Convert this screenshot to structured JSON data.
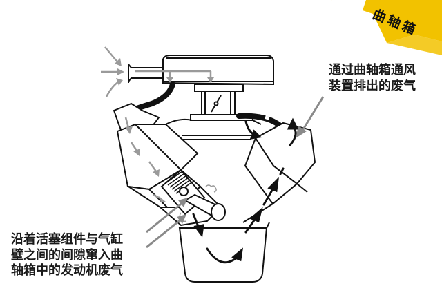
{
  "banner": {
    "title": "曲轴箱",
    "color": "#f2c200"
  },
  "annotations": {
    "right": {
      "lines": [
        "通过曲轴箱通风",
        "装置排出的废气"
      ]
    },
    "left": {
      "lines": [
        "沿着活塞组件与气缸",
        "壁之间的间隙窜入曲",
        "轴箱中的发动机废气"
      ]
    }
  },
  "colors": {
    "outline": "#111111",
    "airflow_arrow": "#9a9a9a",
    "pointer_arrow": "#8a8a8a",
    "gas_flow_arrow": "#111111"
  }
}
